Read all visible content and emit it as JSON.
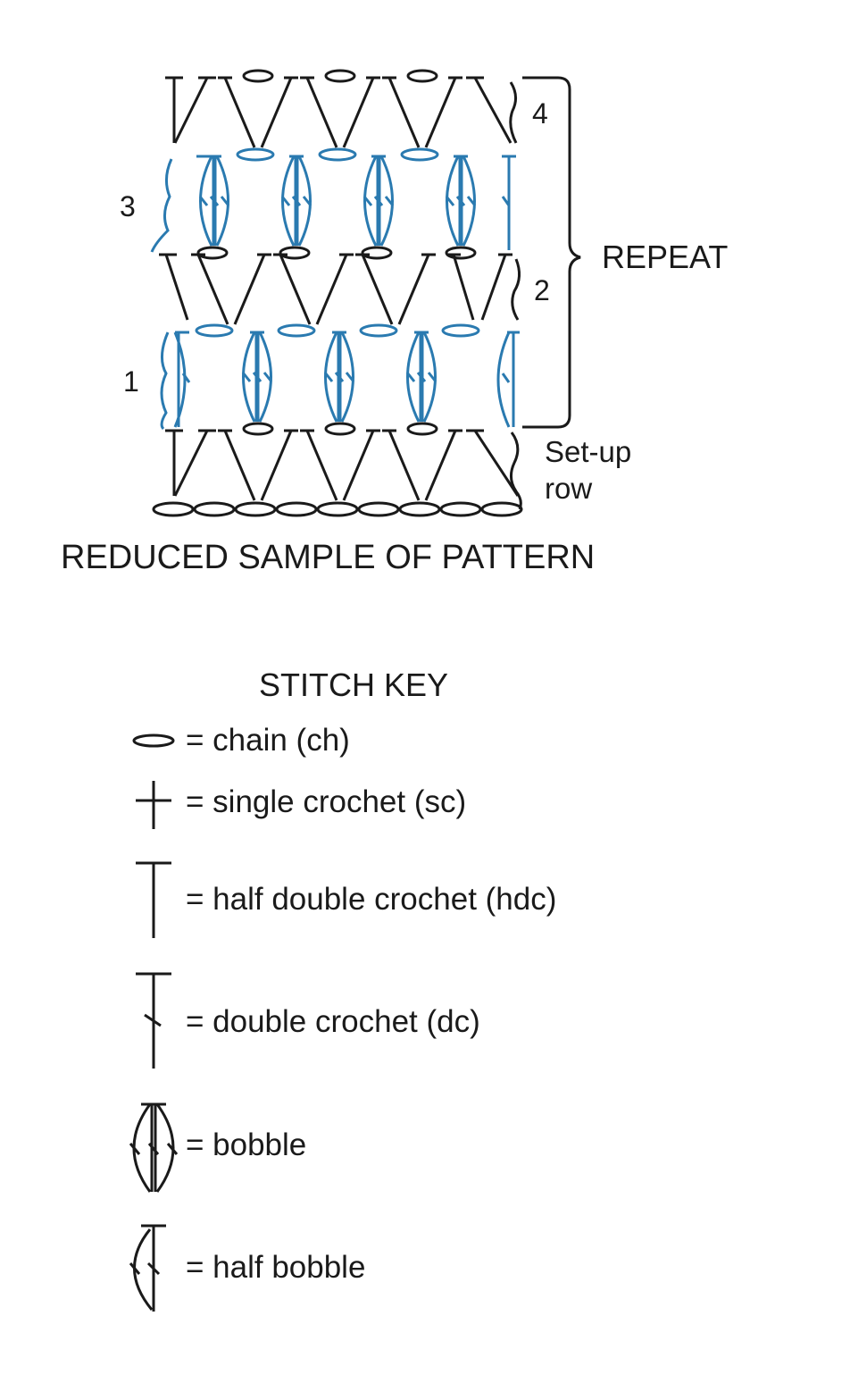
{
  "chart": {
    "row_labels": {
      "row4": "4",
      "row3": "3",
      "row2": "2",
      "row1": "1",
      "setup_line1": "Set-up",
      "setup_line2": "row"
    },
    "repeat_label": "REPEAT",
    "caption": "REDUCED SAMPLE OF PATTERN"
  },
  "key": {
    "title": "STITCH KEY",
    "items": [
      {
        "icon": "chain-icon",
        "label": "= chain (ch)"
      },
      {
        "icon": "single-crochet-icon",
        "label": "= single crochet (sc)"
      },
      {
        "icon": "half-double-crochet-icon",
        "label": "= half double crochet (hdc)"
      },
      {
        "icon": "double-crochet-icon",
        "label": "= double crochet (dc)"
      },
      {
        "icon": "bobble-icon",
        "label": "= bobble"
      },
      {
        "icon": "half-bobble-icon",
        "label": "= half bobble"
      }
    ]
  },
  "colors": {
    "ink": "#1a1a1a",
    "blue": "#2a7ab0"
  }
}
